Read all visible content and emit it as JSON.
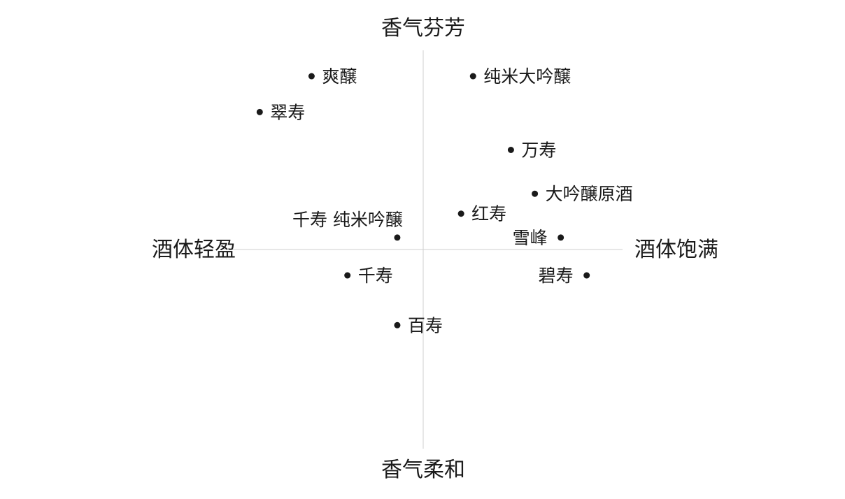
{
  "chart_data": {
    "type": "scatter",
    "axes": {
      "x_negative_label": "酒体轻盈",
      "x_positive_label": "酒体饱满",
      "y_positive_label": "香气芬芳",
      "y_negative_label": "香气柔和"
    },
    "xlim": [
      -1,
      1
    ],
    "ylim": [
      -1,
      1
    ],
    "grid": false,
    "points": [
      {
        "label": "爽醸",
        "x": -0.56,
        "y": 0.87,
        "label_side": "right"
      },
      {
        "label": "纯米大吟醸",
        "x": 0.25,
        "y": 0.87,
        "label_side": "right"
      },
      {
        "label": "翠寿",
        "x": -0.82,
        "y": 0.69,
        "label_side": "right"
      },
      {
        "label": "万寿",
        "x": 0.44,
        "y": 0.5,
        "label_side": "right"
      },
      {
        "label": "大吟醸原酒",
        "x": 0.56,
        "y": 0.28,
        "label_side": "right"
      },
      {
        "label": "红寿",
        "x": 0.19,
        "y": 0.18,
        "label_side": "right"
      },
      {
        "label": "千寿 纯米吟醸",
        "x": -0.13,
        "y": 0.06,
        "label_side": "above-left"
      },
      {
        "label": "雪峰",
        "x": 0.69,
        "y": 0.06,
        "label_side": "left"
      },
      {
        "label": "千寿",
        "x": -0.38,
        "y": -0.13,
        "label_side": "right"
      },
      {
        "label": "碧寿",
        "x": 0.82,
        "y": -0.13,
        "label_side": "left"
      },
      {
        "label": "百寿",
        "x": -0.13,
        "y": -0.38,
        "label_side": "right"
      }
    ]
  }
}
